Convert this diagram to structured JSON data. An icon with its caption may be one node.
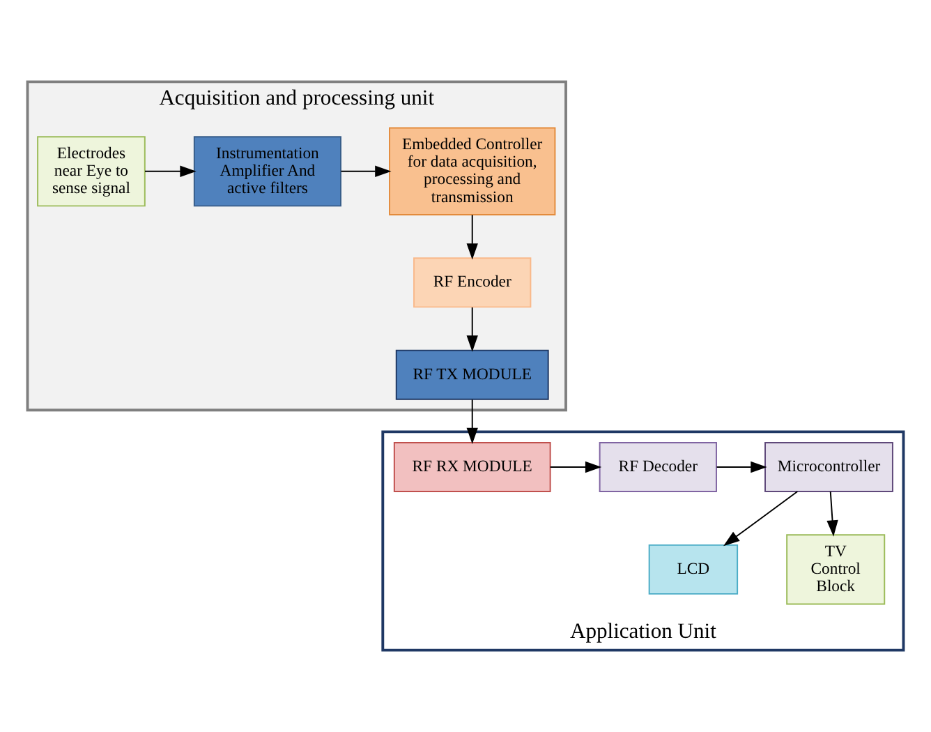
{
  "diagram": {
    "nodes": [
      {
        "text": [
          "Acquisition and processing unit"
        ]
      },
      {
        "text": [
          "Electrodes near Eye to sense signal"
        ],
        "in": 0
      },
      {
        "text": [
          "Instrumentation Amplifier And active filters"
        ],
        "in": 0
      },
      {
        "text": [
          "Embedded Controller for data acquisition, processing and transmission"
        ],
        "in": 0
      },
      {
        "text": [
          "RF Encoder"
        ],
        "in": 0
      },
      {
        "text": [
          "RF TX MODULE"
        ],
        "in": 0
      },
      {
        "text": [
          "Application Unit"
        ]
      },
      {
        "text": [
          "LCD"
        ],
        "in": 6
      },
      {
        "text": [
          "TV Control Block"
        ],
        "in": 6
      },
      {
        "text": [
          "Microcontroller"
        ],
        "in": 6
      },
      {
        "text": [
          "RF Decoder"
        ],
        "in": 6
      },
      {
        "text": [
          "RF RX MODULE"
        ],
        "in": 6
      }
    ],
    "edges": [
      {
        "from": 1,
        "to": 2,
        "arrow": "to"
      },
      {
        "from": 2,
        "to": 3,
        "arrow": "to"
      },
      {
        "from": 3,
        "to": 4,
        "arrow": "to"
      },
      {
        "from": 4,
        "to": 5,
        "arrow": "to"
      },
      {
        "from": 5,
        "to": 11,
        "arrow": "to"
      },
      {
        "from": 11,
        "to": 10,
        "arrow": "to"
      },
      {
        "from": 10,
        "to": 9,
        "arrow": "to"
      },
      {
        "from": 9,
        "to": 7,
        "arrow": "to"
      },
      {
        "from": 9,
        "to": 8,
        "arrow": "to"
      }
    ]
  }
}
